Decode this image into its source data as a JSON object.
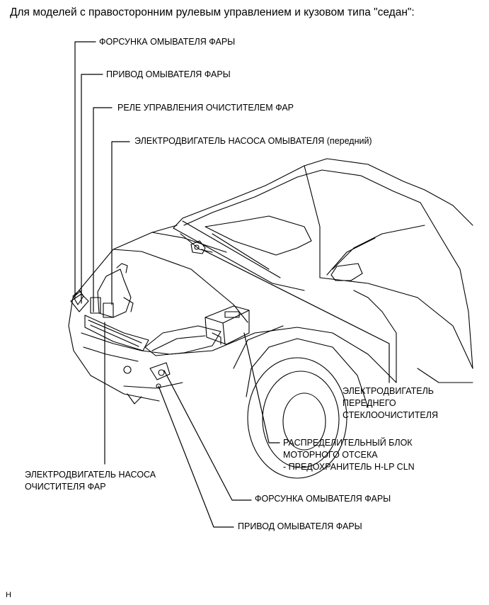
{
  "heading": "Для моделей с правосторонним рулевым управлением и кузовом типа \"седан\":",
  "labels": {
    "washer_nozzle_top": "ФОРСУНКА ОМЫВАТЕЛЯ ФАРЫ",
    "washer_actuator_top": "ПРИВОД ОМЫВАТЕЛЯ ФАРЫ",
    "cleaner_relay": "РЕЛЕ УПРАВЛЕНИЯ ОЧИСТИТЕЛЕМ ФАР",
    "washer_pump_front": "ЭЛЕКТРОДВИГАТЕЛЬ НАСОСА ОМЫВАТЕЛЯ (передний)",
    "wiper_motor": [
      "ЭЛЕКТРОДВИГАТЕЛЬ",
      "ПЕРЕДНЕГО",
      "СТЕКЛООЧИСТИТЕЛЯ"
    ],
    "engine_relay_block": [
      "РАСПРЕДЕЛИТЕЛЬНЫЙ БЛОК",
      "МОТОРНОГО ОТСЕКА",
      "- ПРЕДОХРАНИТЕЛЬ H-LP CLN"
    ],
    "cleaner_pump": [
      "ЭЛЕКТРОДВИГАТЕЛЬ НАСОСА",
      "ОЧИСТИТЕЛЯ ФАР"
    ],
    "washer_nozzle_bottom": "ФОРСУНКА ОМЫВАТЕЛЯ ФАРЫ",
    "washer_actuator_bottom": "ПРИВОД ОМЫВАТЕЛЯ ФАРЫ"
  },
  "footer": "H"
}
